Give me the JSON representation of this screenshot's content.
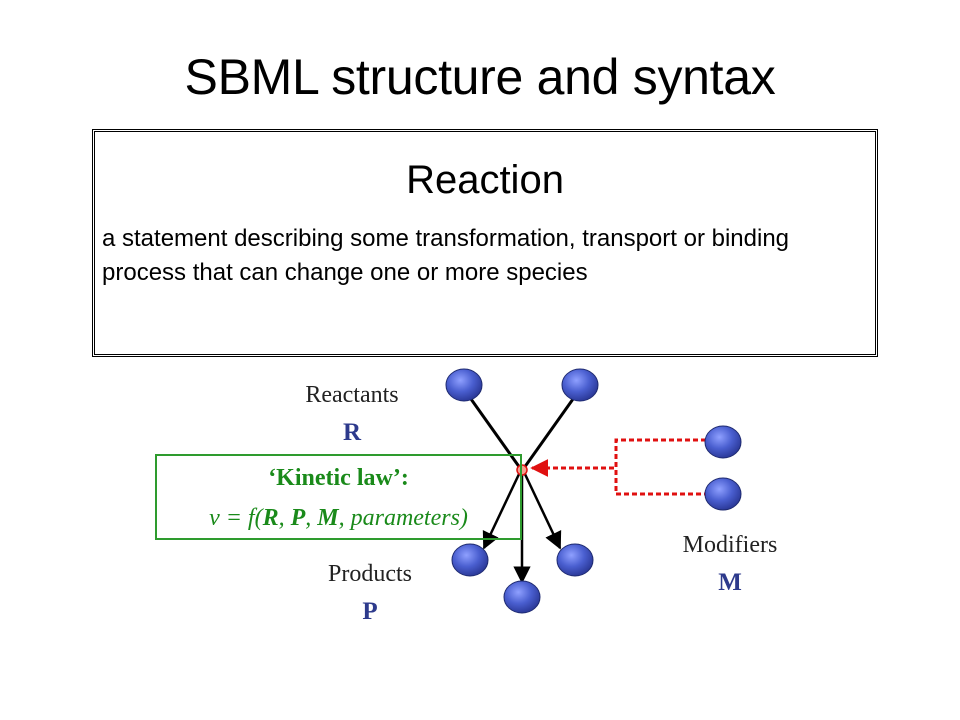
{
  "slide": {
    "title": "SBML structure and syntax"
  },
  "definition": {
    "heading": "Reaction",
    "text": "a statement describing some transformation, transport or binding process that can change one or more species"
  },
  "diagram": {
    "reactants_label": "Reactants",
    "reactants_symbol": "R",
    "products_label": "Products",
    "products_symbol": "P",
    "modifiers_label": "Modifiers",
    "modifiers_symbol": "M",
    "kinetic_law": {
      "title": "‘Kinetic law’:",
      "formula_prefix": "v = f(",
      "formula_r": "R",
      "sep1": ", ",
      "formula_p": "P",
      "sep2": ", ",
      "formula_m": "M",
      "formula_suffix": ", parameters)"
    },
    "colors": {
      "species_fill": "#4a5fd0",
      "modifier_line": "#e01010",
      "kinetic_box": "#2e9b2e",
      "symbol_text": "#2d3a8c"
    }
  }
}
